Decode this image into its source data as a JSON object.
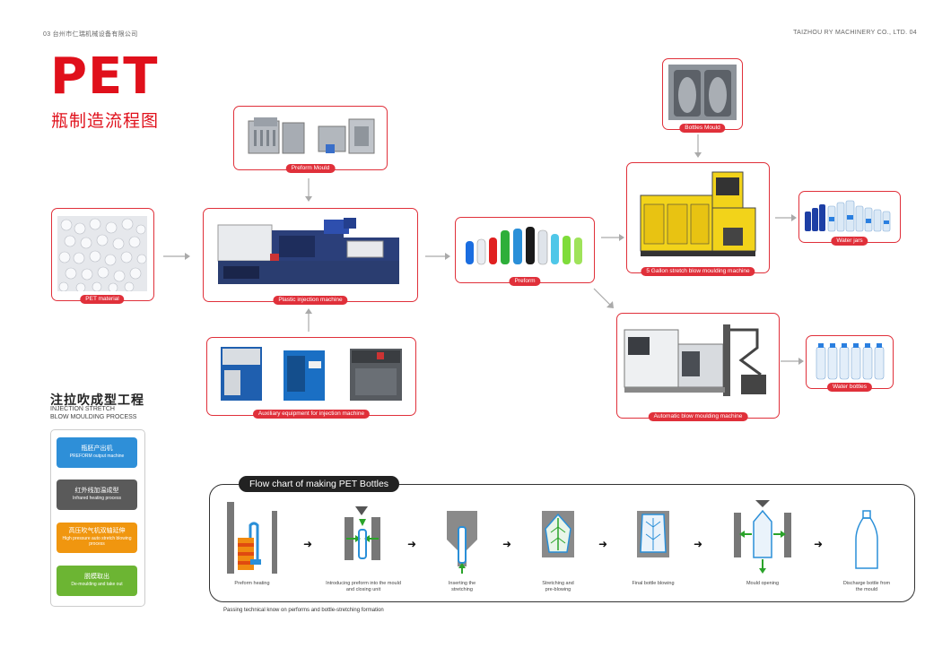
{
  "header": {
    "left": "03  台州市仁瑞机械设备有限公司",
    "right": "TAIZHOU RY MACHINERY CO., LTD.  04"
  },
  "title": {
    "main": "PET",
    "sub": "瓶制造流程图"
  },
  "machines": {
    "pet_material": "PET material",
    "preform_mould": "Preform Mould",
    "injection_machine": "Plastic injection machine",
    "auxiliary": "Auxiliary equipment for injection machine",
    "preform": "Preform",
    "bottles_mould": "Bottles Mould",
    "gallon_machine": "5 Gallon stretch blow moulding machine",
    "water_jars": "Water jars",
    "auto_machine": "Automatic blow moulding machine",
    "water_bottles": "Water bottles"
  },
  "process": {
    "title_cn": "注拉吹成型工程",
    "title_en_1": "INJECTION STRETCH",
    "title_en_2": "BLOW MOULDING PROCESS",
    "steps": [
      {
        "cn": "瓶胚产出机",
        "en": "PREFORM output machine",
        "color": "#2e8fd8"
      },
      {
        "cn": "红外线加温成型",
        "en": "Infrared heating process",
        "color": "#5a5a5a"
      },
      {
        "cn": "高压吹气机双轴延伸",
        "en": "High pressure auto stretch blowing process",
        "color": "#f0960f"
      },
      {
        "cn": "脱模取出",
        "en": "De-moulding and take out",
        "color": "#6cb533"
      }
    ]
  },
  "flow": {
    "title": "Flow chart of making PET Bottles",
    "steps": [
      "Preform heating",
      "Introducing preform into the mould and closing unit",
      "Inserting the stretching",
      "Stretching and pre-blowing",
      "Final bottle blowing",
      "Mould opening",
      "Discharge bottle from the mould"
    ],
    "footnote": "Passing technical know on performs and bottle-stretching formation"
  },
  "colors": {
    "accent": "#e0101b",
    "border": "#e0303a"
  }
}
